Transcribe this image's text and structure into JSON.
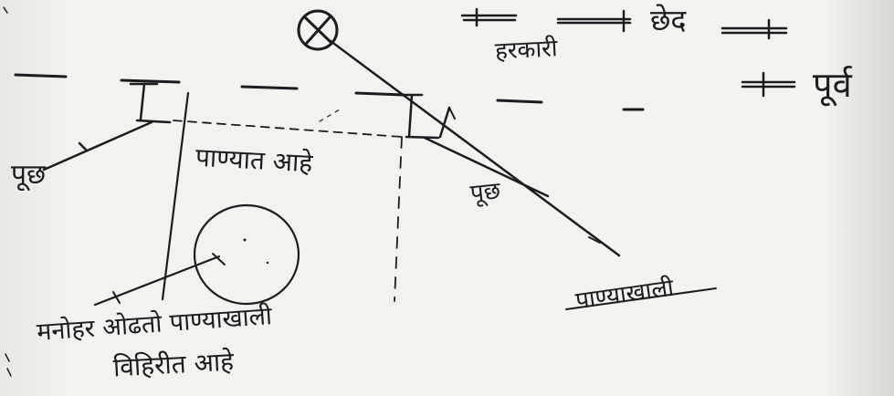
{
  "labels": {
    "top_right_word": "छेद",
    "under_top_word": "हरकारी",
    "right_word": "पूर्व",
    "left_label": "पूछ",
    "middle_label": "पाण्यात आहे",
    "diag_label": "पूछ",
    "bottom_right": "पाण्याखाली",
    "bottom_left_line1": "मनोहर ओढतो पाण्याखाली",
    "bottom_left_line2": "विहिरीत आहे"
  }
}
